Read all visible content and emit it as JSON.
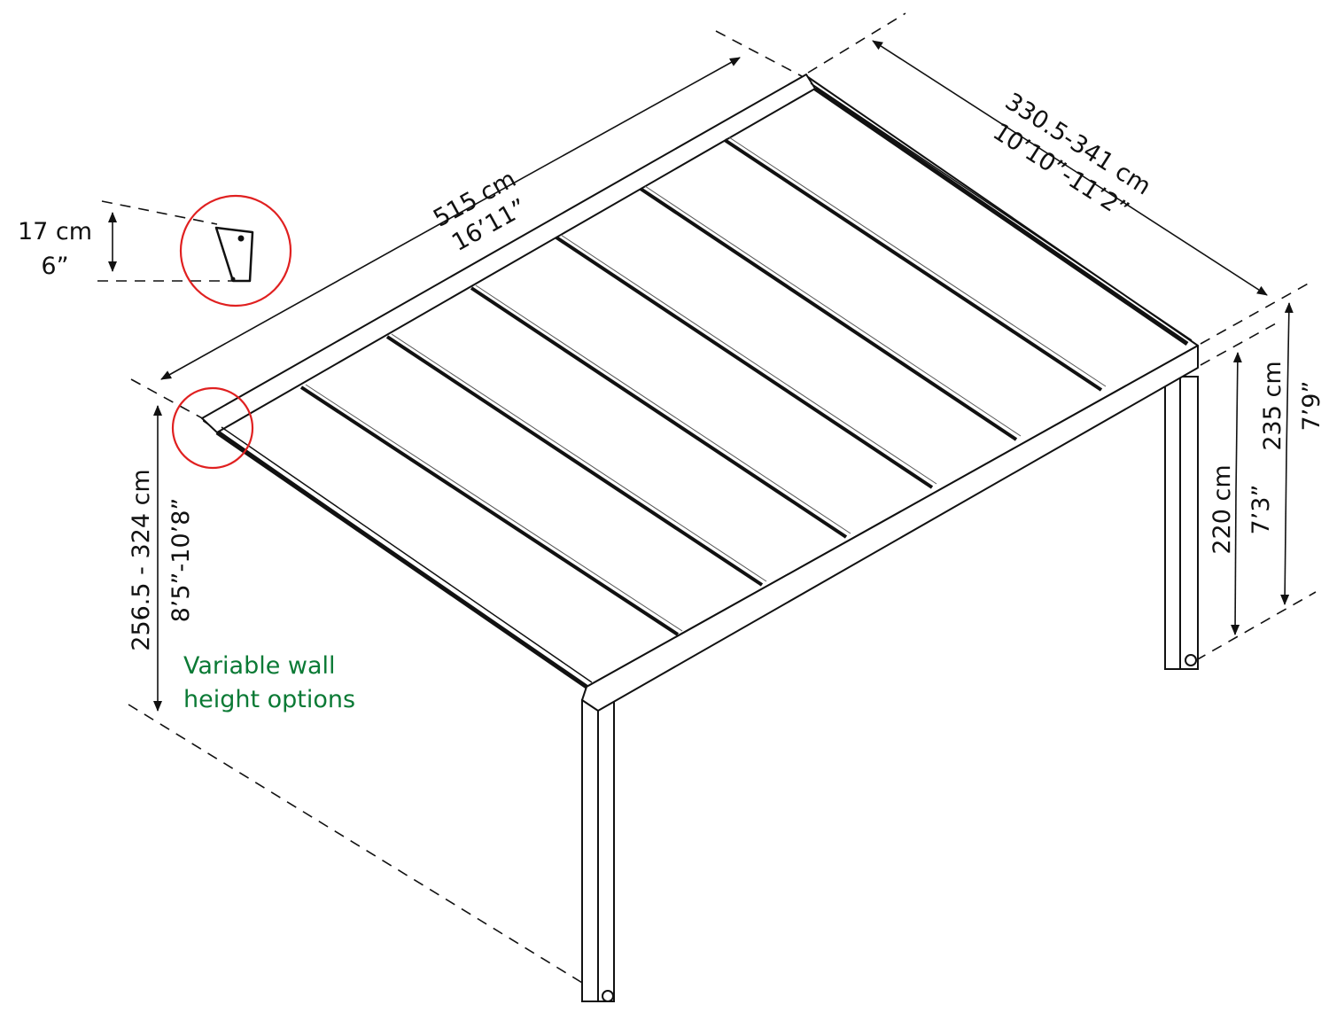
{
  "dimensions": {
    "length": {
      "metric": "515 cm",
      "imperial": "16’11”"
    },
    "depth": {
      "metric": "330.5-341 cm",
      "imperial": "10’10”-11’2”"
    },
    "bracket_height": {
      "metric": "17 cm",
      "imperial": "6”"
    },
    "wall_height": {
      "metric": "256.5 - 324 cm",
      "imperial": "8’5”-10’8”"
    },
    "clearance_height": {
      "metric": "220 cm",
      "imperial": "7’3”"
    },
    "front_height": {
      "metric": "235 cm",
      "imperial": "7’9”"
    }
  },
  "note": {
    "line1": "Variable wall",
    "line2": "height options"
  },
  "colors": {
    "highlight": "#e02020",
    "note": "#0b7a35",
    "line": "#111111"
  }
}
